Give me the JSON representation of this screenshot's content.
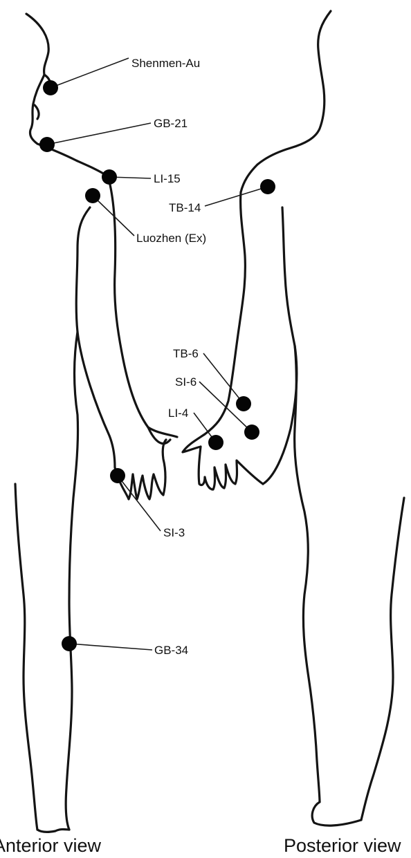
{
  "points": [
    {
      "id": "shenmen-au",
      "label": "Shenmen-Au"
    },
    {
      "id": "gb-21",
      "label": "GB-21"
    },
    {
      "id": "li-15",
      "label": "LI-15"
    },
    {
      "id": "tb-14",
      "label": "TB-14"
    },
    {
      "id": "luozhen-ex",
      "label": "Luozhen (Ex)"
    },
    {
      "id": "tb-6",
      "label": "TB-6"
    },
    {
      "id": "si-6",
      "label": "SI-6"
    },
    {
      "id": "li-4",
      "label": "LI-4"
    },
    {
      "id": "si-3",
      "label": "SI-3"
    },
    {
      "id": "gb-34",
      "label": "GB-34"
    }
  ],
  "views": {
    "anterior": "Anterior view",
    "posterior": "Posterior view"
  },
  "colors": {
    "outline": "#141414",
    "point": "#050505",
    "background": "#ffffff"
  }
}
